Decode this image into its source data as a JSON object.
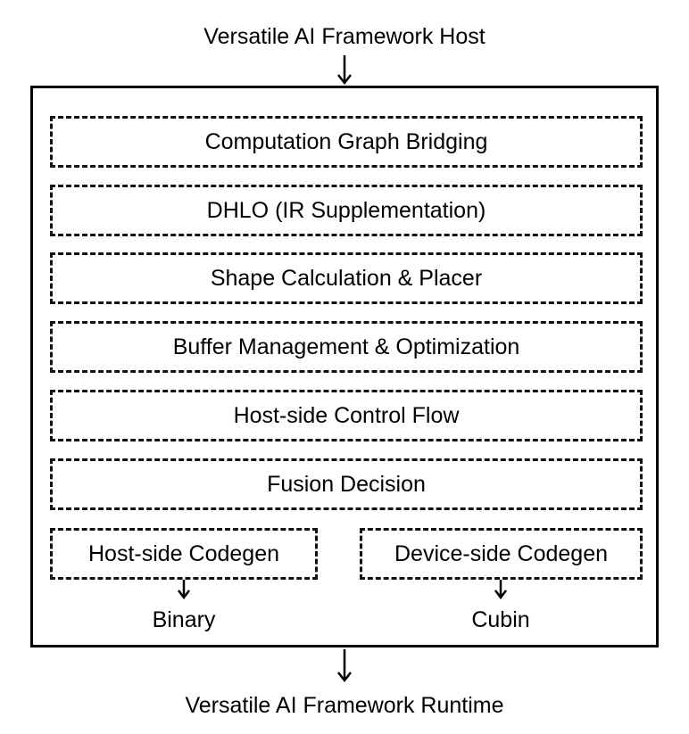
{
  "diagram": {
    "input_label": "Versatile AI Framework Host",
    "output_label": "Versatile AI Framework Runtime",
    "stages": [
      "Computation Graph Bridging",
      "DHLO (IR Supplementation)",
      "Shape Calculation & Placer",
      "Buffer Management & Optimization",
      "Host-side Control Flow",
      "Fusion Decision"
    ],
    "codegen": {
      "host": "Host-side Codegen",
      "device": "Device-side Codegen"
    },
    "outputs": {
      "host": "Binary",
      "device": "Cubin"
    }
  }
}
